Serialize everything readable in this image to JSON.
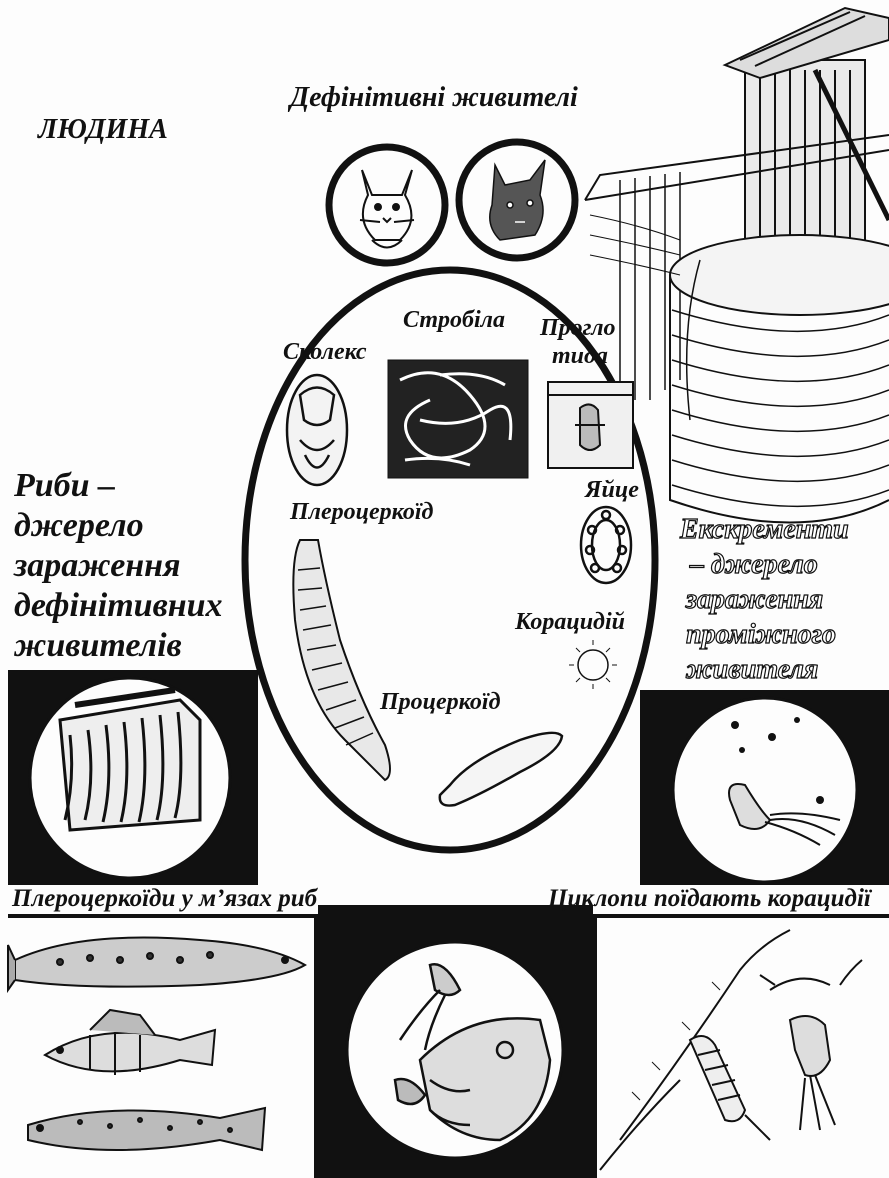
{
  "labels": {
    "human": "ЛЮДИНА",
    "definitive_hosts": "Дефінітивні живителі",
    "strobila": "Стробіла",
    "proglottid_line1": "Прогло",
    "proglottid_line2": "тида",
    "scolex": "Сколекс",
    "egg": "Яйце",
    "plerocercoid": "Плероцеркоїд",
    "coracidium": "Корацидій",
    "procercoid": "Процеркоїд",
    "fish_source": [
      "Риби –",
      "джерело",
      "зараження",
      "дефінітивних",
      "живителів"
    ],
    "water_source": [
      "Екскременти",
      "– джерело",
      "зараження",
      "проміжного",
      "живителя"
    ],
    "caption_muscle": "Плероцеркоїди у м’язах риб",
    "caption_cyclops": "Циклопи поїдають корацидії"
  },
  "colors": {
    "ink": "#111111",
    "paper": "#fdfdfd",
    "band": "#111111"
  }
}
